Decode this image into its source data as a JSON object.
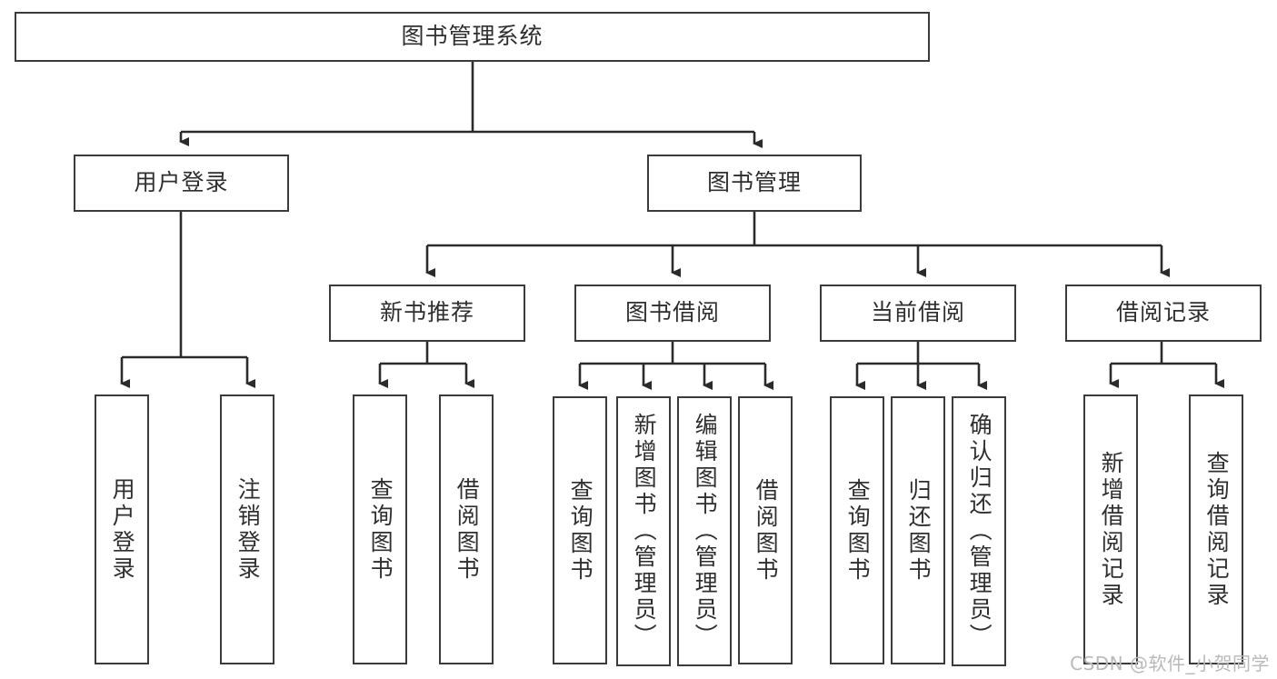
{
  "diagram": {
    "title": "图书管理系统",
    "type": "tree-hierarchy-chart",
    "root": {
      "label": "图书管理系统"
    },
    "level1": [
      {
        "label": "用户登录"
      },
      {
        "label": "图书管理"
      }
    ],
    "level2": [
      {
        "label": "新书推荐"
      },
      {
        "label": "图书借阅"
      },
      {
        "label": "当前借阅"
      },
      {
        "label": "借阅记录"
      }
    ],
    "leaves": {
      "user_login": [
        {
          "label": "用户登录"
        },
        {
          "label": "注销登录"
        }
      ],
      "new_book_recommend": [
        {
          "label": "查询图书"
        },
        {
          "label": "借阅图书"
        }
      ],
      "book_borrow": [
        {
          "label": "查询图书"
        },
        {
          "label": "新增图书（管理员）"
        },
        {
          "label": "编辑图书（管理员）"
        },
        {
          "label": "借阅图书"
        }
      ],
      "current_borrow": [
        {
          "label": "查询图书"
        },
        {
          "label": "归还图书"
        },
        {
          "label": "确认归还（管理员）"
        }
      ],
      "borrow_record": [
        {
          "label": "新增借阅记录"
        },
        {
          "label": "查询借阅记录"
        }
      ]
    }
  },
  "watermark": {
    "text": "CSDN @软件_小贺同学"
  },
  "colors": {
    "border": "#3b3b3b",
    "text": "#2f2f2f",
    "background": "#ffffff",
    "watermark": "#b9b9b9"
  }
}
